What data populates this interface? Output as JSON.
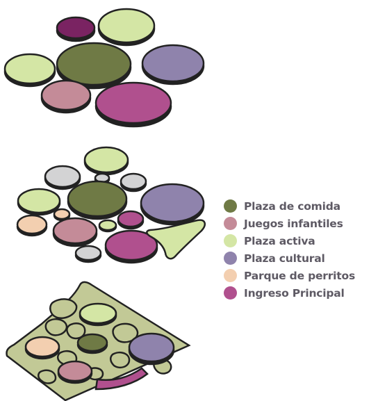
{
  "colors": {
    "outline": "#222222",
    "food": "#6f7a45",
    "kids": "#c48b98",
    "active": "#d4e6a5",
    "culture": "#8f83ac",
    "dogs": "#f3cfb0",
    "entry": "#b0508e",
    "entry_dark": "#7a2362",
    "gray": "#d3d3d4",
    "ground": "#c2c996"
  },
  "legend": {
    "items": [
      {
        "label": "Plaza de comida",
        "color": "#6f7a45",
        "icon": "dot"
      },
      {
        "label": "Juegos infantiles",
        "color": "#c48b98",
        "icon": "dot"
      },
      {
        "label": "Plaza activa",
        "color": "#d4e6a5",
        "icon": "dot"
      },
      {
        "label": "Plaza cultural",
        "color": "#8f83ac",
        "icon": "dot"
      },
      {
        "label": "Parque de perritos",
        "color": "#f3cfb0",
        "icon": "dot"
      },
      {
        "label": "Ingreso Principal",
        "color": "#b0508e",
        "icon": "dot"
      }
    ]
  }
}
